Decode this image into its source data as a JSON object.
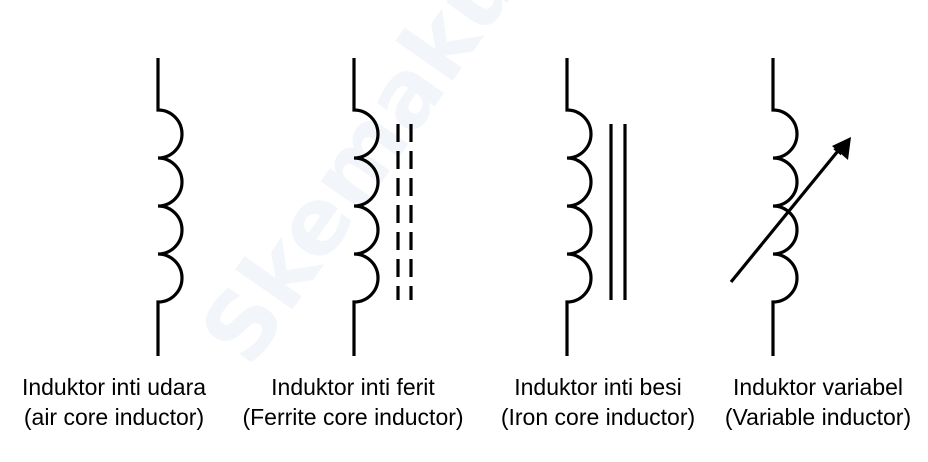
{
  "watermark": {
    "text": "Skemaku.com"
  },
  "inductors": [
    {
      "title": "Induktor inti udara",
      "subtitle": "(air core inductor)"
    },
    {
      "title": "Induktor inti ferit",
      "subtitle": "(Ferrite core inductor)"
    },
    {
      "title": "Induktor inti besi",
      "subtitle": "(Iron core inductor)"
    },
    {
      "title": "Induktor variabel",
      "subtitle": "(Variable inductor)"
    }
  ],
  "colors": {
    "stroke": "#000000",
    "watermark": "#e8eef5"
  }
}
